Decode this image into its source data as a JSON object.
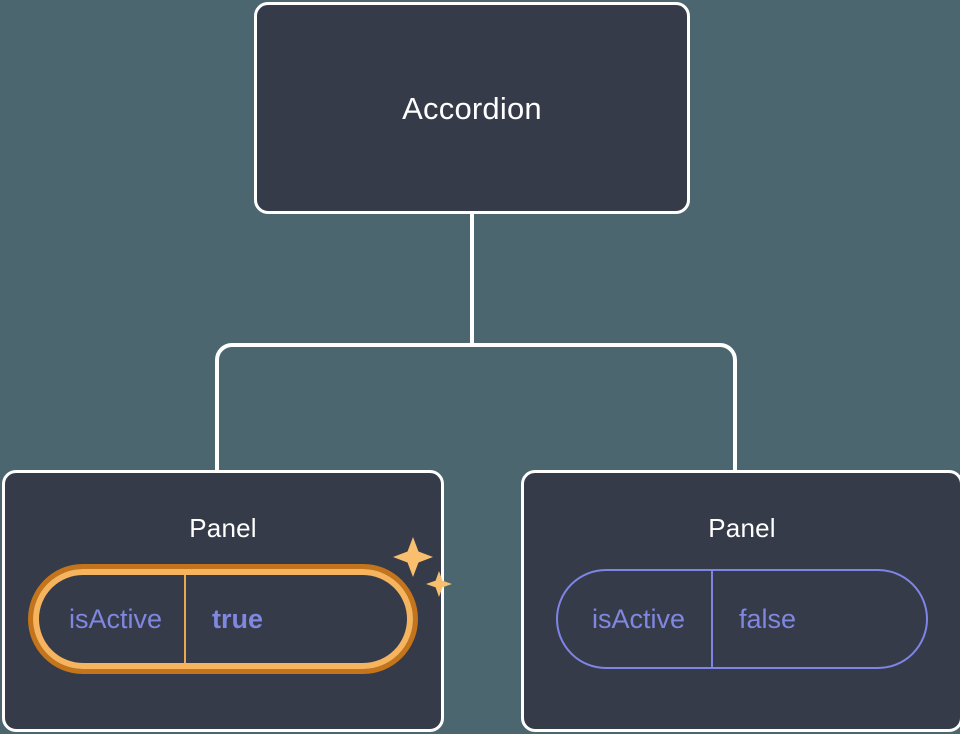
{
  "diagram": {
    "type": "component-tree",
    "background_color": "#4C666F",
    "node_fill_color": "#363B49",
    "node_border_color": "#FFFFFF",
    "edge_color": "#FFFFFF",
    "prop_text_color": "#8087E0",
    "highlight_inner_color": "#F6B45F",
    "highlight_outer_color": "#C4741A",
    "sparkle_color": "#F9BE6E"
  },
  "root": {
    "title": "Accordion"
  },
  "panels": [
    {
      "title": "Panel",
      "prop_key": "isActive",
      "prop_value": "true",
      "highlighted": true,
      "sparkles": true
    },
    {
      "title": "Panel",
      "prop_key": "isActive",
      "prop_value": "false",
      "highlighted": false,
      "sparkles": false
    }
  ],
  "icons": {
    "sparkle_large": "sparkle-icon",
    "sparkle_small": "sparkle-icon"
  }
}
